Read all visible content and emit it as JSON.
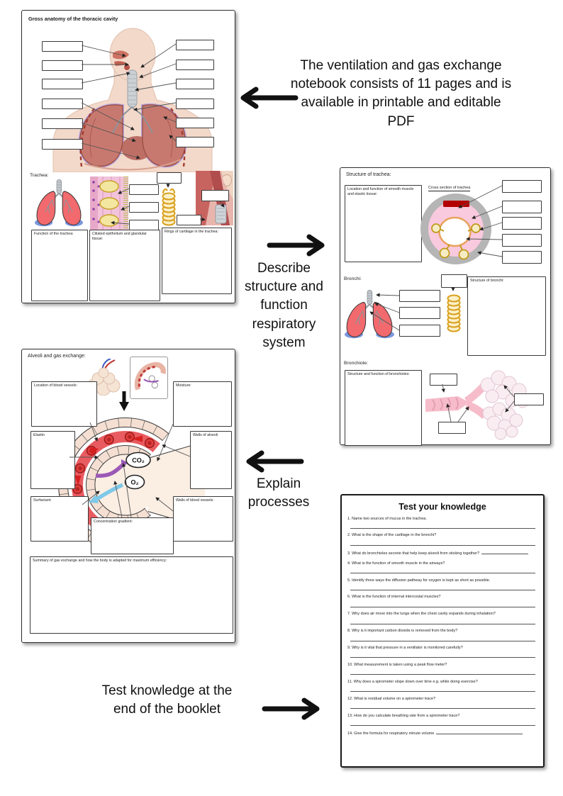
{
  "annotations": {
    "intro": "The ventilation and gas exchange notebook consists of 11 pages and is available in printable and editable PDF",
    "describe": "Describe structure and function respiratory system",
    "explain": "Explain processes",
    "test": "Test knowledge at the end of the booklet"
  },
  "page_gross_anatomy": {
    "title": "Gross anatomy of the thoracic cavity",
    "trachea_heading": "Trachea:",
    "function_box_label": "Function of the trachea:",
    "ciliated_box_label": "Ciliated epithelium and glandular tissue:",
    "rings_box_label": "Rings of cartilage in the trachea:"
  },
  "page_structure_trachea": {
    "title": "Structure of trachea:",
    "smooth_muscle_box_label": "Location and function of smooth muscle and elastic tissue:",
    "cross_section_caption": "Cross section of trachea",
    "bronchi_heading": "Bronchi:",
    "structure_bronchi_box_label": "Structure of bronchi:",
    "bronchiole_heading": "Bronchiole:",
    "bronchioles_box_label": "Structure and function of bronchioles:"
  },
  "page_alveoli": {
    "title": "Alveoli and gas exchange:",
    "location_blood_vessels_label": "Location of blood vessels:",
    "moisture_label": "Moisture:",
    "elastin_label": "Elastin",
    "walls_alveoli_label": "Walls of alveoli",
    "surfactant_label": "Surfactant:",
    "walls_blood_vessels_label": "Walls of blood vessels:",
    "concentration_gradient_label": "Concentration gradient:",
    "summary_label": "Summary of gas exchange and how the body is adapted for maximum efficiency:",
    "co2_label": "CO₂",
    "o2_label": "O₂"
  },
  "page_test": {
    "title": "Test your knowledge",
    "questions": [
      {
        "text": "1. Name two sources of mucus in the trachea.",
        "inline_line": false
      },
      {
        "text": "2. What is the shape of the cartilage in the bronchi?",
        "inline_line": false
      },
      {
        "text": "3. What do bronchioles secrete that help keep alveoli from sticking together?",
        "inline_line": true
      },
      {
        "text": "4. What is the function of smooth muscle in the airways?",
        "inline_line": false
      },
      {
        "text": "5. Identify three ways the diffusion pathway for oxygen is kept as short as possible.",
        "inline_line": false
      },
      {
        "text": "6. What is the function of internal intercostal muscles?",
        "inline_line": false
      },
      {
        "text": "7. Why does air move into the lungs when the chest cavity expands during inhalation?",
        "inline_line": false
      },
      {
        "text": "8. Why is it important carbon dioxide is removed from the body?",
        "inline_line": false
      },
      {
        "text": "9. Why is it vital that pressure in a ventilator is monitored carefully?",
        "inline_line": false
      },
      {
        "text": "10. What measurement is taken using a peak flow meter?",
        "inline_line": false
      },
      {
        "text": "11. Why does a spirometer slope down over time e.g. while doing exercise?",
        "inline_line": false
      },
      {
        "text": "12. What is residual volume on a spirometer trace?",
        "inline_line": false
      },
      {
        "text": "13. How do you calculate breathing rate from a spirometer trace?",
        "inline_line": false
      },
      {
        "text": "14. Give the formula for respiratory minute volume",
        "inline_line": true
      }
    ]
  },
  "colors": {
    "arrow_black": "#111111",
    "page_border": "#2f2f2f",
    "cartilage_gold": "#d9a01e",
    "lung_red": "#f26a6e",
    "blood_red": "#e85b60",
    "mucosa_pink": "#f9c9de",
    "dark_red_bar": "#b30000"
  }
}
